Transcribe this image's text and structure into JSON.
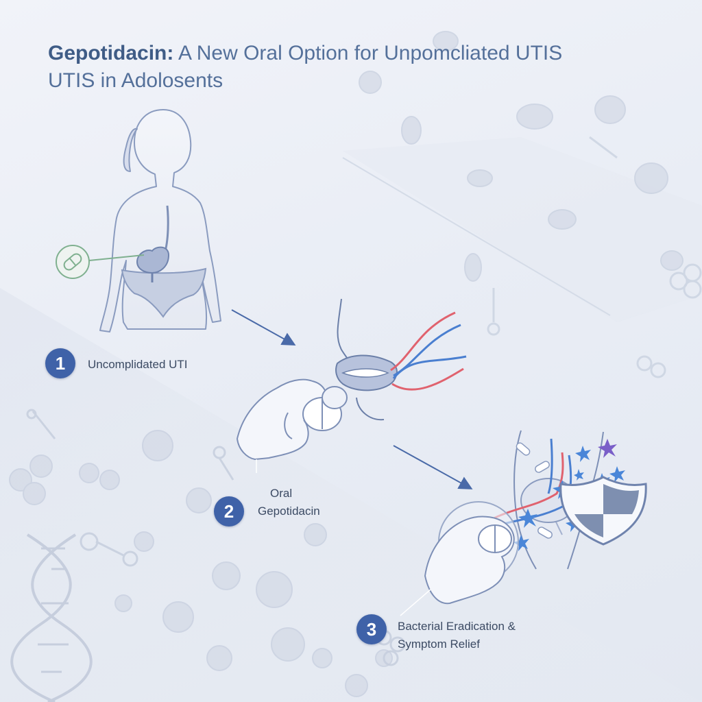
{
  "title": {
    "bold": "Gepotidacin:",
    "line1_rest": " A New Oral Option for Unpomcliated UTIS",
    "line2": "UTIS in Adolosents"
  },
  "steps": [
    {
      "number": "1",
      "label": "Uncomplidated UTI"
    },
    {
      "number": "2",
      "label_line1": "Oral",
      "label_line2": "Gepotidacin"
    },
    {
      "number": "3",
      "label_line1": "Bacterial Eradication &",
      "label_line2": "Symptom Relief"
    }
  ],
  "icons": {
    "step1": [
      "female-silhouette-icon",
      "pill-callout-icon",
      "bladder-icon"
    ],
    "step2": [
      "hand-icon",
      "tablet-icon",
      "mouth-icon",
      "bloodstream-icon"
    ],
    "step3": [
      "hand-icon",
      "tablet-icon",
      "bacteria-icon",
      "shield-icon"
    ],
    "background": [
      "dna-helix-icon",
      "molecule-icon",
      "cell-icon"
    ]
  },
  "colors": {
    "accent": "#3f62a8",
    "line": "#8a9bbf",
    "artery": "#e0626e",
    "vein": "#4a7fd0",
    "pill_callout": "#7fb08f",
    "bacteria_blue": "#4a86d8",
    "bacteria_purple": "#7a5fc8"
  }
}
